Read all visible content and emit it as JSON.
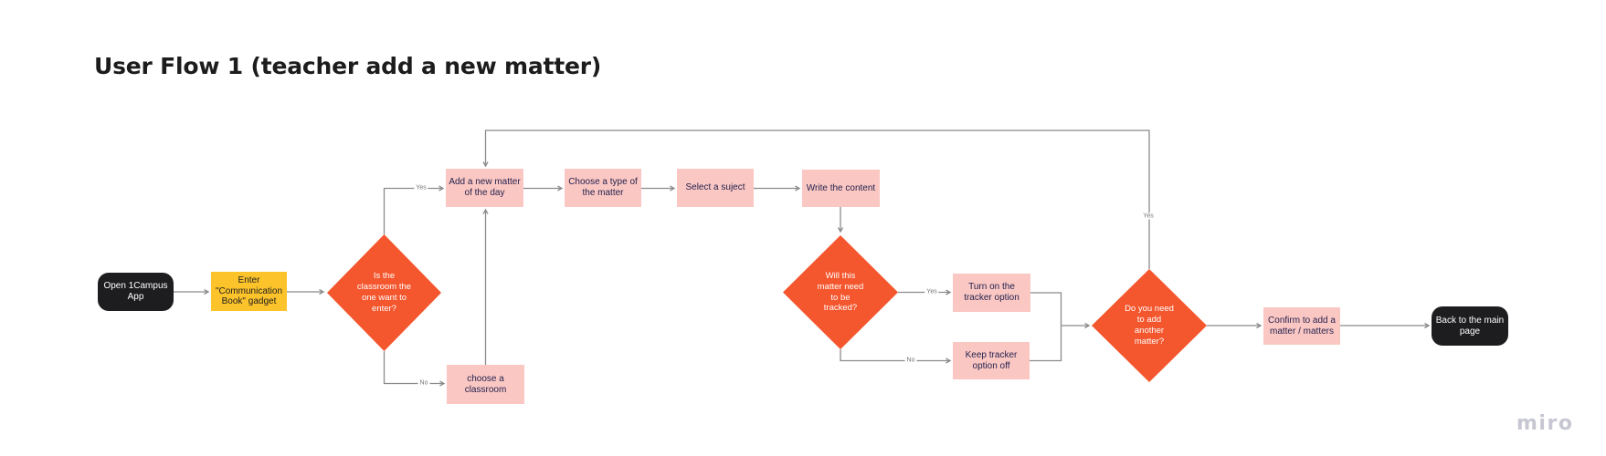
{
  "title": "User Flow 1 (teacher add a new matter)",
  "watermark": "miro",
  "colors": {
    "decision_orange": "#f4562d",
    "step_pink": "#fbc7c3",
    "highlight_yellow": "#fcc32b",
    "terminal_black": "#1d1d20",
    "connector_gray": "#8b8b8b",
    "watermark_gray": "#c7c7d3"
  },
  "nodes": {
    "open_app": {
      "label": "Open 1Campus App"
    },
    "enter_gadget": {
      "label": "Enter \"Communication Book\" gadget"
    },
    "is_classroom": {
      "label": "Is the classroom the one want to enter?"
    },
    "choose_classroom": {
      "label": "choose a classroom"
    },
    "add_matter": {
      "label": "Add a new matter of the day"
    },
    "choose_type": {
      "label": "Choose a type of the matter"
    },
    "select_subject": {
      "label": "Select a suject"
    },
    "write_content": {
      "label": "Write the content"
    },
    "need_tracking": {
      "label": "Will this matter need to be tracked?"
    },
    "turn_on_tracker": {
      "label": "Turn on the tracker option"
    },
    "keep_tracker_off": {
      "label": "Keep tracker option off"
    },
    "add_another": {
      "label": "Do you need to add another matter?"
    },
    "confirm_add": {
      "label": "Confirm to add a matter / matters"
    },
    "back_main": {
      "label": "Back to the main page"
    }
  },
  "edge_labels": {
    "classroom_yes": "Yes",
    "classroom_no": "No",
    "tracking_yes": "Yes",
    "tracking_no": "No",
    "another_yes": "Yes"
  }
}
